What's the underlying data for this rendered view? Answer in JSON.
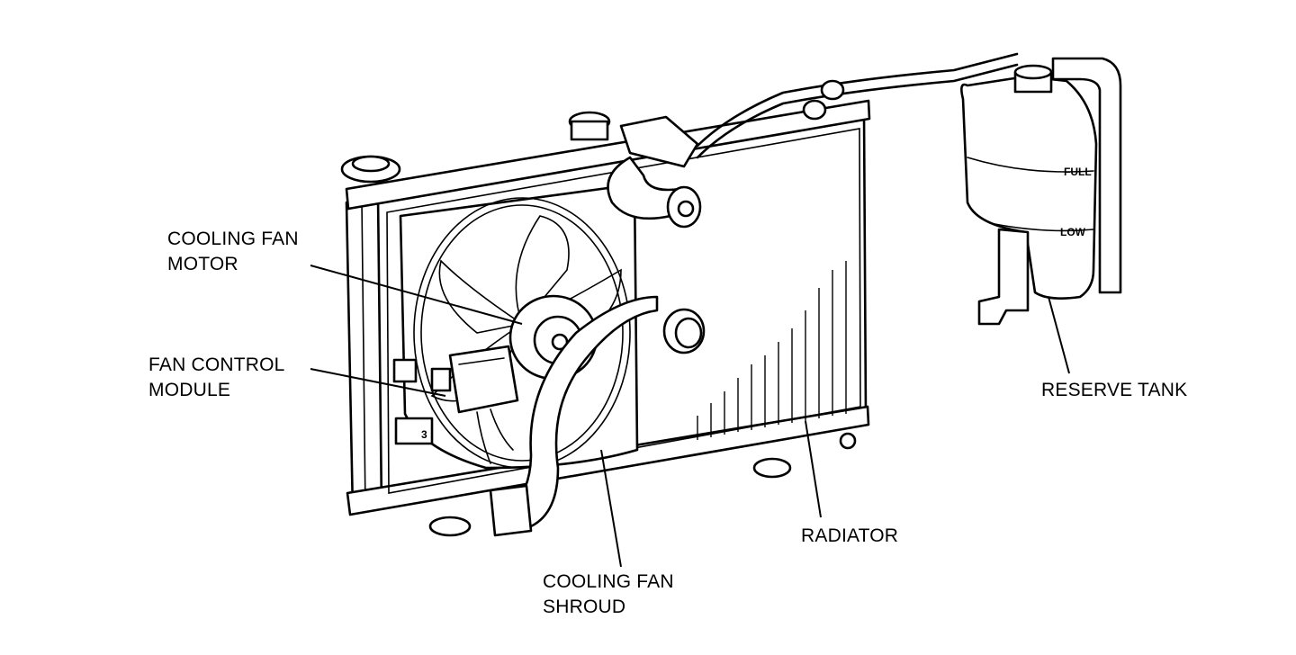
{
  "labels": {
    "cooling_fan_motor": [
      "COOLING FAN",
      "MOTOR"
    ],
    "fan_control_module": [
      "FAN CONTROL",
      "MODULE"
    ],
    "cooling_fan_shroud": [
      "COOLING FAN",
      "SHROUD"
    ],
    "radiator": "RADIATOR",
    "reserve_tank": "RESERVE TANK"
  },
  "tank_marks": {
    "full": "FULL",
    "low": "LOW"
  },
  "colors": {
    "ink": "#000000",
    "background": "#ffffff"
  }
}
